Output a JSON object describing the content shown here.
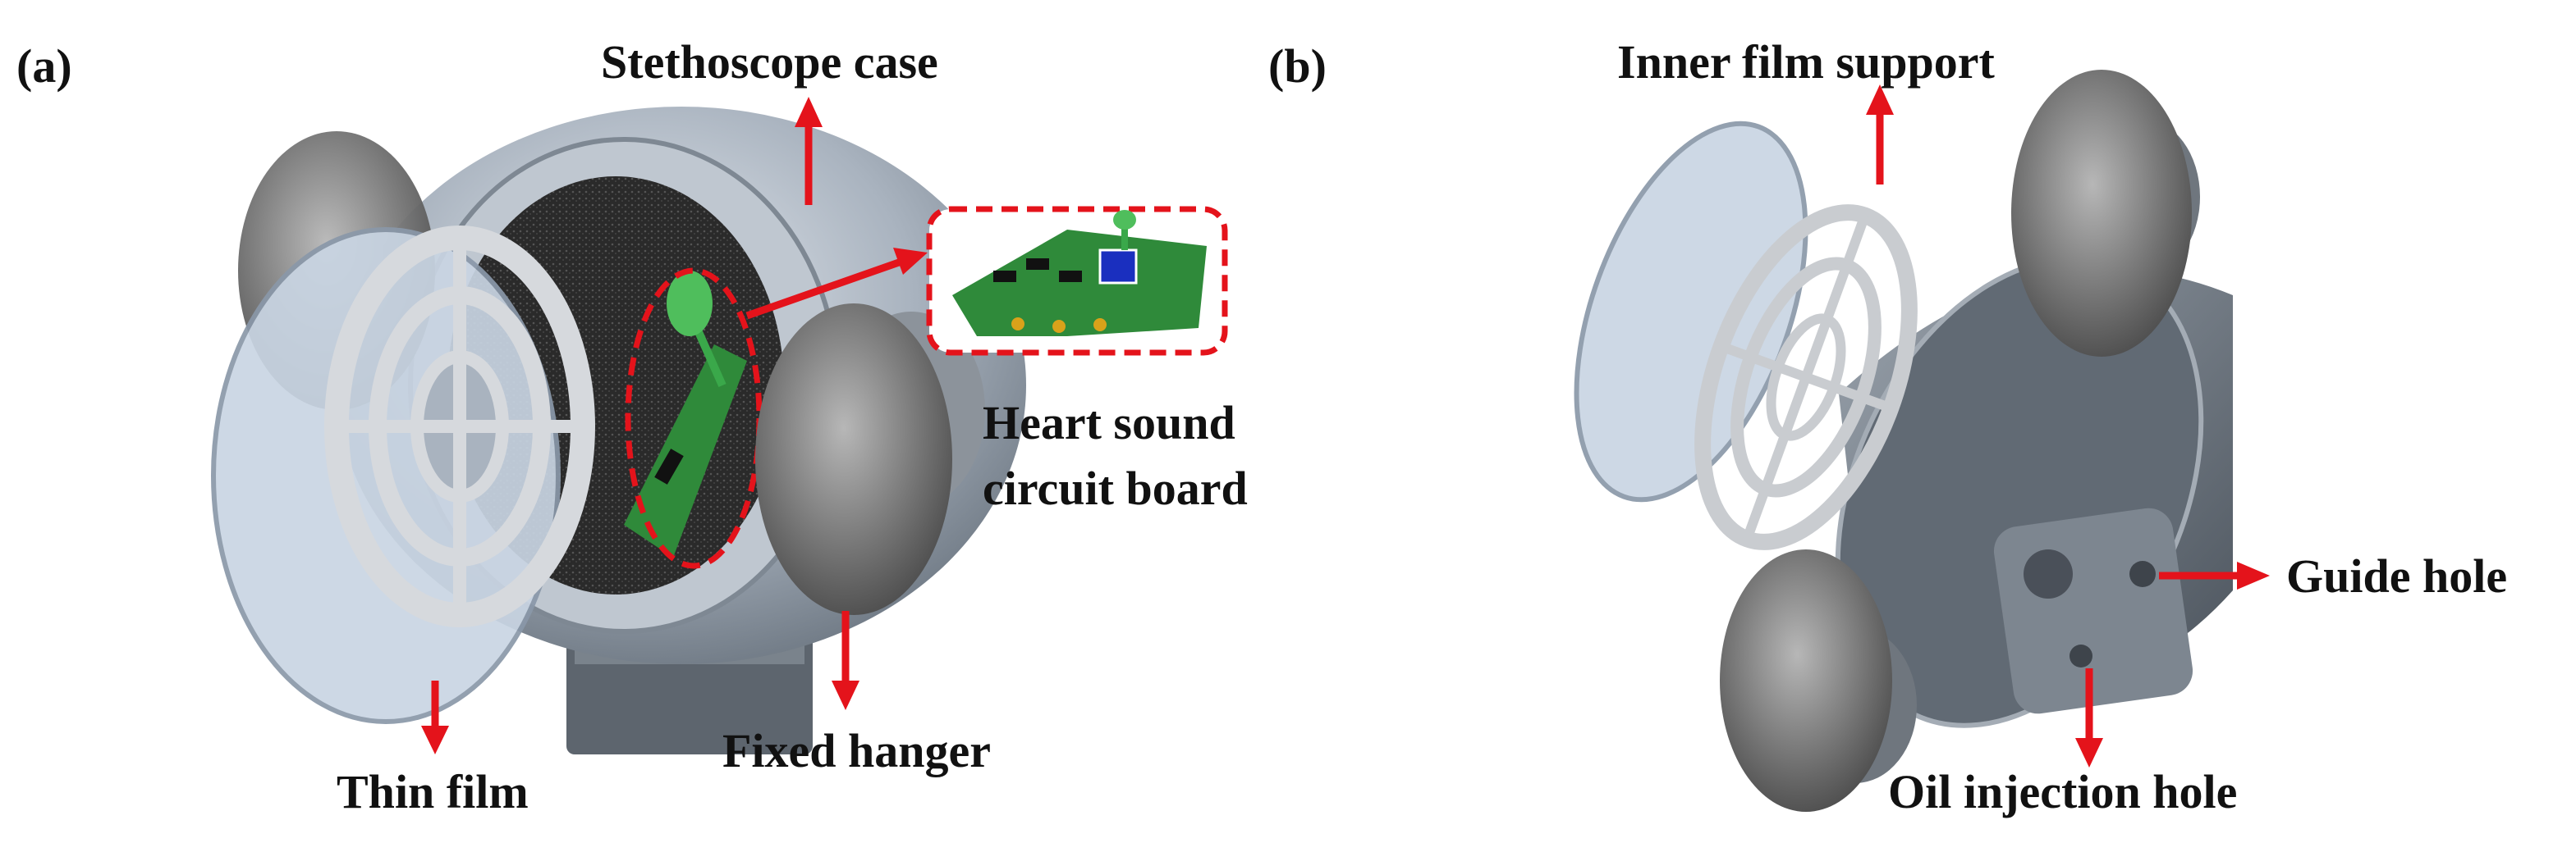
{
  "figure": {
    "panels": [
      {
        "letter": "(a)",
        "labels": {
          "case": "Stethoscope case",
          "circuit_line1": "Heart sound",
          "circuit_line2": "circuit board",
          "film": "Thin film",
          "hanger": "Fixed hanger"
        }
      },
      {
        "letter": "(b)",
        "labels": {
          "support": "Inner film support",
          "guide": "Guide hole",
          "oil": "Oil injection hole"
        }
      }
    ],
    "colors": {
      "arrow": "#e4131b",
      "highlight": "#e4131b",
      "pcb": "#2f8a3a",
      "metal": "#9aa3ae",
      "film": "#c9d5e3",
      "membrane": "#7a7a7a"
    }
  }
}
